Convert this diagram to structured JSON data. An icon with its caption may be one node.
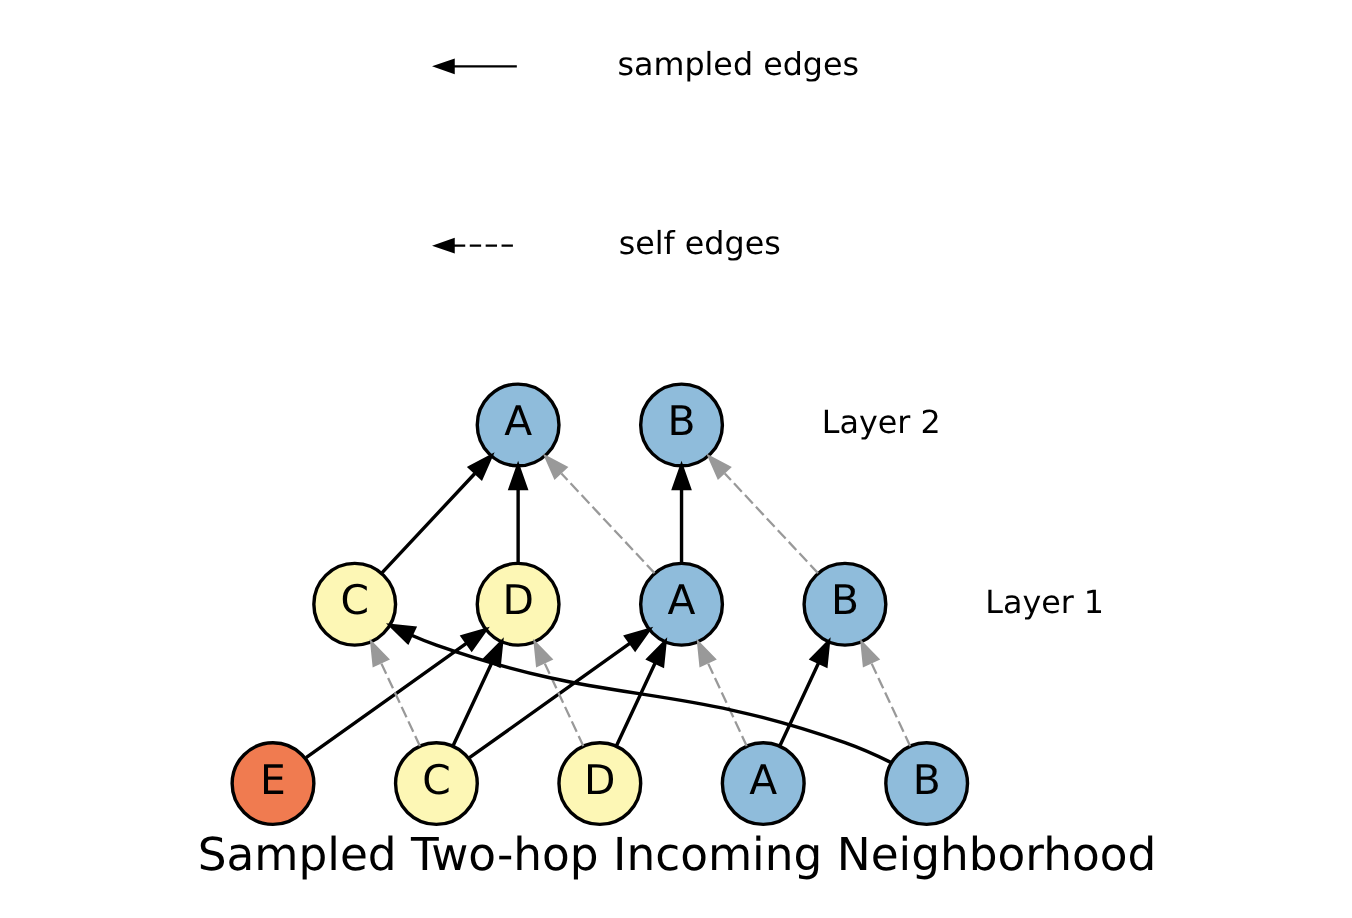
{
  "diagram": {
    "caption": "Sampled Two-hop Incoming Neighborhood",
    "nodes": [
      {
        "text": [
          "A"
        ]
      },
      {
        "text": [
          "B"
        ]
      },
      {
        "text": [
          "C"
        ]
      },
      {
        "text": [
          "D"
        ]
      },
      {
        "text": [
          "A"
        ]
      },
      {
        "text": [
          "B"
        ]
      },
      {
        "text": [
          "E"
        ]
      },
      {
        "text": [
          "C"
        ]
      },
      {
        "text": [
          "D"
        ]
      },
      {
        "text": [
          "A"
        ]
      },
      {
        "text": [
          "B"
        ]
      }
    ],
    "edges": [
      {
        "from": 2,
        "to": 0,
        "arrow": "to"
      },
      {
        "from": 3,
        "to": 0,
        "arrow": "to"
      },
      {
        "from": 4,
        "to": 0,
        "arrow": "to",
        "style": "dashed",
        "color": "#999999"
      },
      {
        "from": 4,
        "to": 1,
        "arrow": "to"
      },
      {
        "from": 5,
        "to": 1,
        "arrow": "to",
        "style": "dashed",
        "color": "#999999"
      },
      {
        "from": 6,
        "to": 3,
        "arrow": "to"
      },
      {
        "from": 7,
        "to": 2,
        "arrow": "to",
        "style": "dashed",
        "color": "#999999"
      },
      {
        "from": 7,
        "to": 3,
        "arrow": "to"
      },
      {
        "from": 7,
        "to": 4,
        "arrow": "to"
      },
      {
        "from": 8,
        "to": 3,
        "arrow": "to",
        "style": "dashed",
        "color": "#999999"
      },
      {
        "from": 8,
        "to": 4,
        "arrow": "to"
      },
      {
        "from": 9,
        "to": 4,
        "arrow": "to",
        "style": "dashed",
        "color": "#999999"
      },
      {
        "from": 9,
        "to": 5,
        "arrow": "to"
      },
      {
        "from": 10,
        "to": 2,
        "arrow": "to"
      },
      {
        "from": 10,
        "to": 5,
        "arrow": "to",
        "style": "dashed",
        "color": "#999999"
      }
    ],
    "labels": [
      "Layer 2",
      "Layer 1"
    ],
    "legend": [
      {
        "text": "sampled edges"
      },
      {
        "text": "self edges"
      }
    ]
  }
}
